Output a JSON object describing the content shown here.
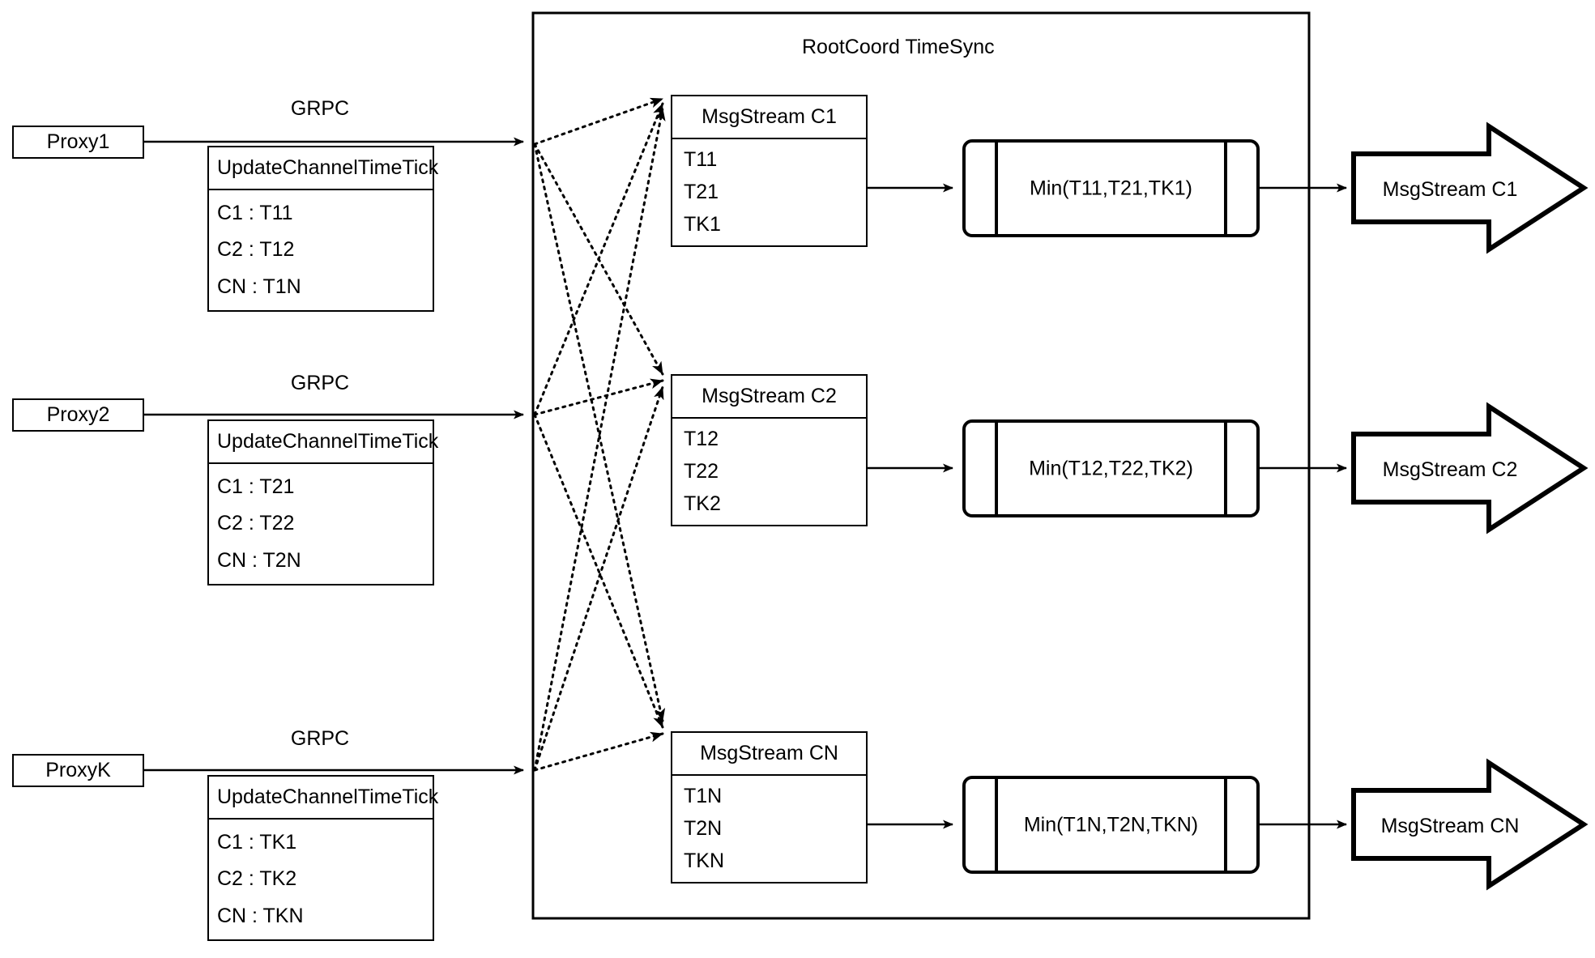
{
  "diagram": {
    "container_title": "RootCoord TimeSync",
    "link_label": "GRPC",
    "proxies": [
      {
        "name": "Proxy1",
        "link_label": "GRPC",
        "request": {
          "title": "UpdateChannelTimeTick",
          "rows": [
            "C1 :  T11",
            "C2 :  T12",
            "CN : T1N"
          ]
        }
      },
      {
        "name": "Proxy2",
        "link_label": "GRPC",
        "request": {
          "title": "UpdateChannelTimeTick",
          "rows": [
            "C1 :  T21",
            "C2 :  T22",
            "CN : T2N"
          ]
        }
      },
      {
        "name": "ProxyK",
        "link_label": "GRPC",
        "request": {
          "title": "UpdateChannelTimeTick",
          "rows": [
            "C1 :  TK1",
            "C2 :  TK2",
            "CN : TKN"
          ]
        }
      }
    ],
    "channels": [
      {
        "stream_title": "MsgStream C1",
        "ticks": [
          "T11",
          "T21",
          "TK1"
        ],
        "min_label": "Min(T11,T21,TK1)",
        "output_label": "MsgStream C1"
      },
      {
        "stream_title": "MsgStream C2",
        "ticks": [
          "T12",
          "T22",
          "TK2"
        ],
        "min_label": "Min(T12,T22,TK2)",
        "output_label": "MsgStream C2"
      },
      {
        "stream_title": "MsgStream CN",
        "ticks": [
          "T1N",
          "T2N",
          "TKN"
        ],
        "min_label": "Min(T1N,T2N,TKN)",
        "output_label": "MsgStream CN"
      }
    ],
    "colors": {
      "stroke": "#000000",
      "background": "#ffffff"
    }
  }
}
